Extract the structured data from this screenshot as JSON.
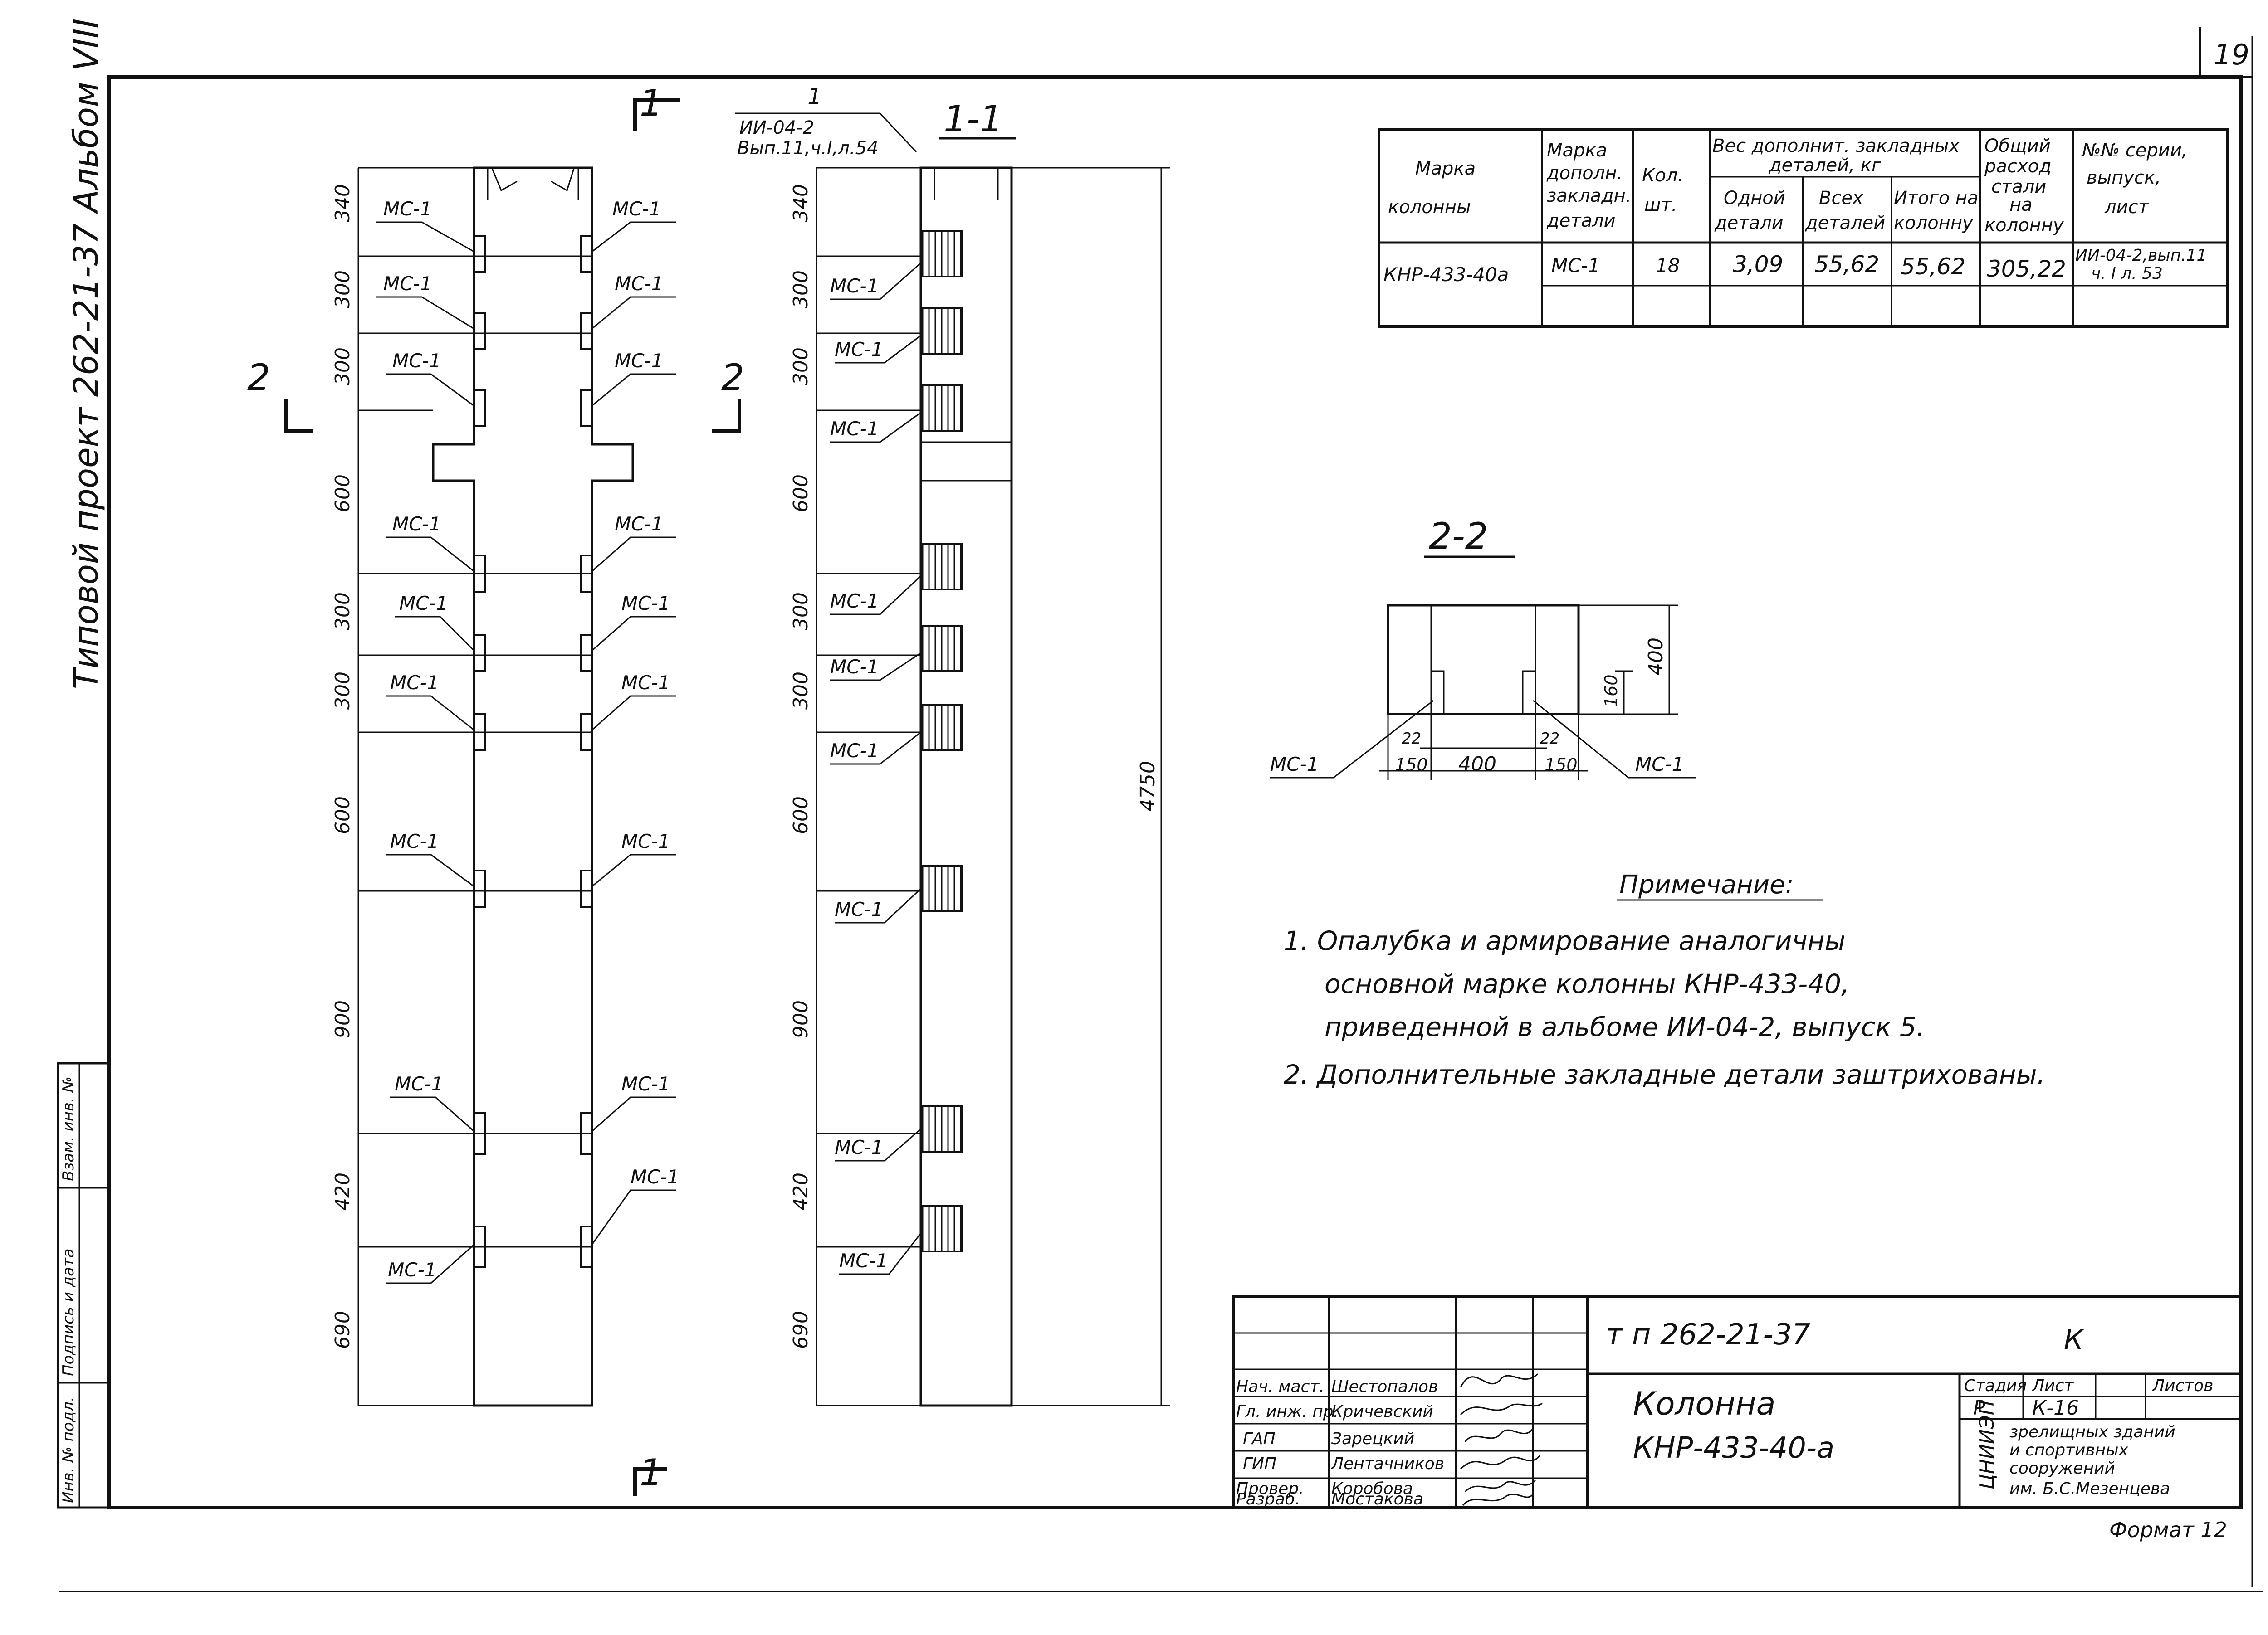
{
  "page_number": "19",
  "side_title": "Типовой проект 262-21-37    Альбом VIII",
  "section_marks": {
    "cut_1": "1",
    "cut_2": "2",
    "section_1_1": "1-1",
    "section_2_2": "2-2"
  },
  "callout": {
    "num": "1",
    "line1": "ИИ-04-2",
    "line2": "Вып.11,ч.I,л.54"
  },
  "embed_label": "МС-1",
  "dims": {
    "d340": "340",
    "d300": "300",
    "d600": "600",
    "d900": "900",
    "d420": "420",
    "d690": "690",
    "d4750": "4750",
    "d400": "400",
    "d160": "160",
    "d150": "150",
    "d22": "22"
  },
  "table": {
    "headers": {
      "col1": [
        "Марка",
        "колонны"
      ],
      "col2": [
        "Марка",
        "дополн.",
        "закладн.",
        "детали"
      ],
      "col3": [
        "Кол.",
        "шт."
      ],
      "group": [
        "Вес дополнит. закладных",
        "деталей, кг"
      ],
      "col4": [
        "Одной",
        "детали"
      ],
      "col5": [
        "Всех",
        "деталей"
      ],
      "col6": [
        "Итого на",
        "колонну"
      ],
      "col7": [
        "Общий",
        "расход",
        "стали",
        "на",
        "колонну"
      ],
      "col8": [
        "№№ серии,",
        "выпуск,",
        "лист"
      ]
    },
    "row": {
      "mark": "КНР-433-40а",
      "part": "МС-1",
      "qty": "18",
      "one": "3,09",
      "all": "55,62",
      "total": "55,62",
      "steel": "305,22",
      "ref": [
        "ИИ-04-2,вып.11",
        "ч. I  л. 53"
      ]
    }
  },
  "notes": {
    "title": "Примечание:",
    "line1": "1. Опалубка и армирование аналогичны",
    "line2": "основной марке колонны КНР-433-40,",
    "line3": "приведенной в альбоме ИИ-04-2, выпуск 5.",
    "line4": "2. Дополнительные закладные детали заштрихованы."
  },
  "title_block": {
    "project": "т п  262-21-37",
    "k": "К",
    "name_line1": "Колонна",
    "name_line2": "КНР-433-40-а",
    "stage_h": "Стадия",
    "sheet_h": "Лист",
    "sheets_h": "Листов",
    "stage": "Р",
    "sheet": "К-16",
    "org_logo": "ЦНИИЭП",
    "org": [
      "зрелищных зданий",
      "и спортивных",
      "сооружений",
      "им. Б.С.Мезенцева"
    ],
    "format": "Формат 12",
    "people": [
      {
        "role": "Нач. маст.",
        "name": "Шестопалов"
      },
      {
        "role": "Гл. инж. пр.",
        "name": "Кричевский"
      },
      {
        "role": "ГАП",
        "name": "Зарецкий"
      },
      {
        "role": "ГИП",
        "name": "Лентачников"
      },
      {
        "role": "Провер.",
        "name": "Коробова"
      },
      {
        "role": "Разраб.",
        "name": "Мостакова"
      }
    ]
  },
  "side_stamp": [
    "Инв. № подл.",
    "Подпись и дата",
    "Взам. инв. №"
  ]
}
